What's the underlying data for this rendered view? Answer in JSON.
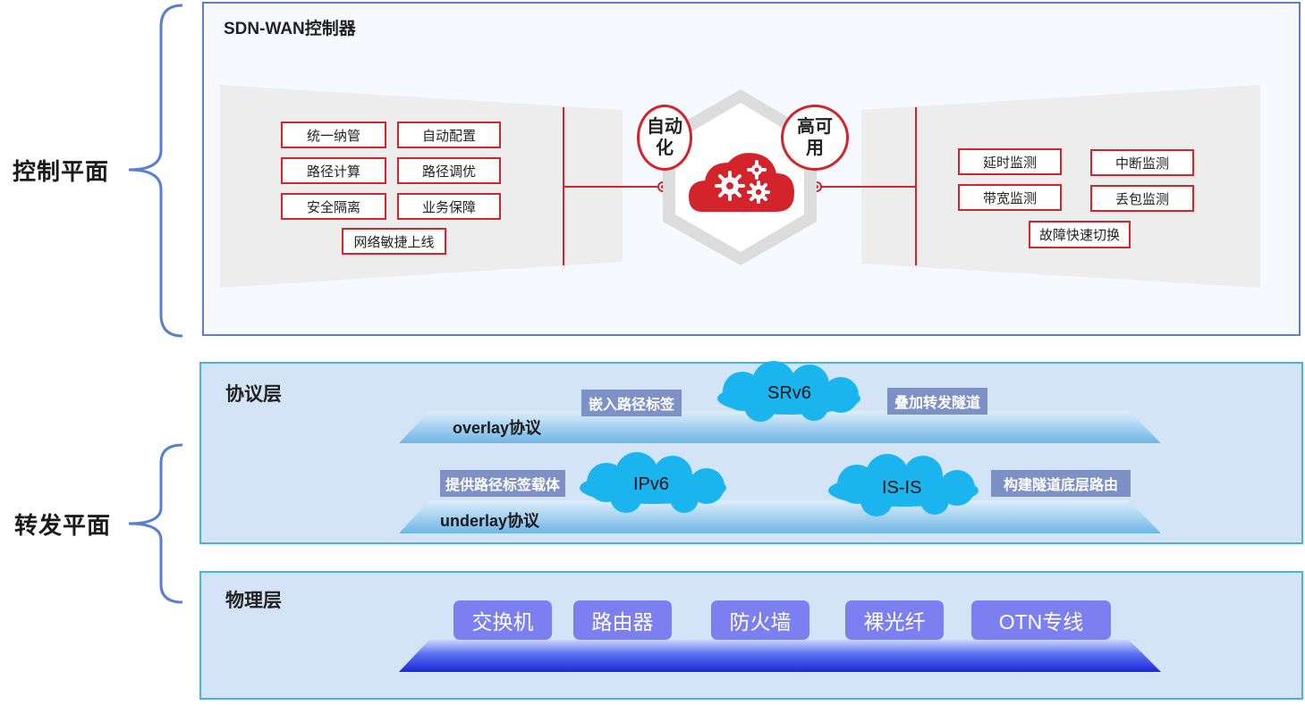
{
  "control_plane": {
    "label": "控制平面",
    "title": "SDN-WAN控制器",
    "left_features": [
      "统一纳管",
      "自动配置",
      "路径计算",
      "路径调优",
      "安全隔离",
      "业务保障",
      "网络敏捷上线"
    ],
    "right_features": [
      "延时监测",
      "中断监测",
      "带宽监测",
      "丢包监测",
      "故障快速切换"
    ],
    "badge_left": "自动化",
    "badge_right": "高可用"
  },
  "forwarding_plane": {
    "label": "转发平面",
    "protocol_layer": {
      "title": "协议层",
      "overlay": {
        "label": "overlay协议",
        "cloud": "SRv6",
        "tag_left": "嵌入路径标签",
        "tag_right": "叠加转发隧道"
      },
      "underlay": {
        "label": "underlay协议",
        "cloud_left": "IPv6",
        "cloud_right": "IS-IS",
        "tag_left": "提供路径标签载体",
        "tag_right": "构建隧道底层路由"
      }
    },
    "physical_layer": {
      "title": "物理层",
      "devices": [
        "交换机",
        "路由器",
        "防火墙",
        "裸光纤",
        "OTN专线"
      ]
    }
  },
  "colors": {
    "accent_red": "#d4242b",
    "control_border": "#5a7fd0",
    "layer_border": "#45b3e0",
    "layer_fill": "#d2e4f6",
    "tag_fill": "#7d91c6",
    "device_fill": "#7b7ff0",
    "cloud_fill": "#1ab4ef"
  }
}
